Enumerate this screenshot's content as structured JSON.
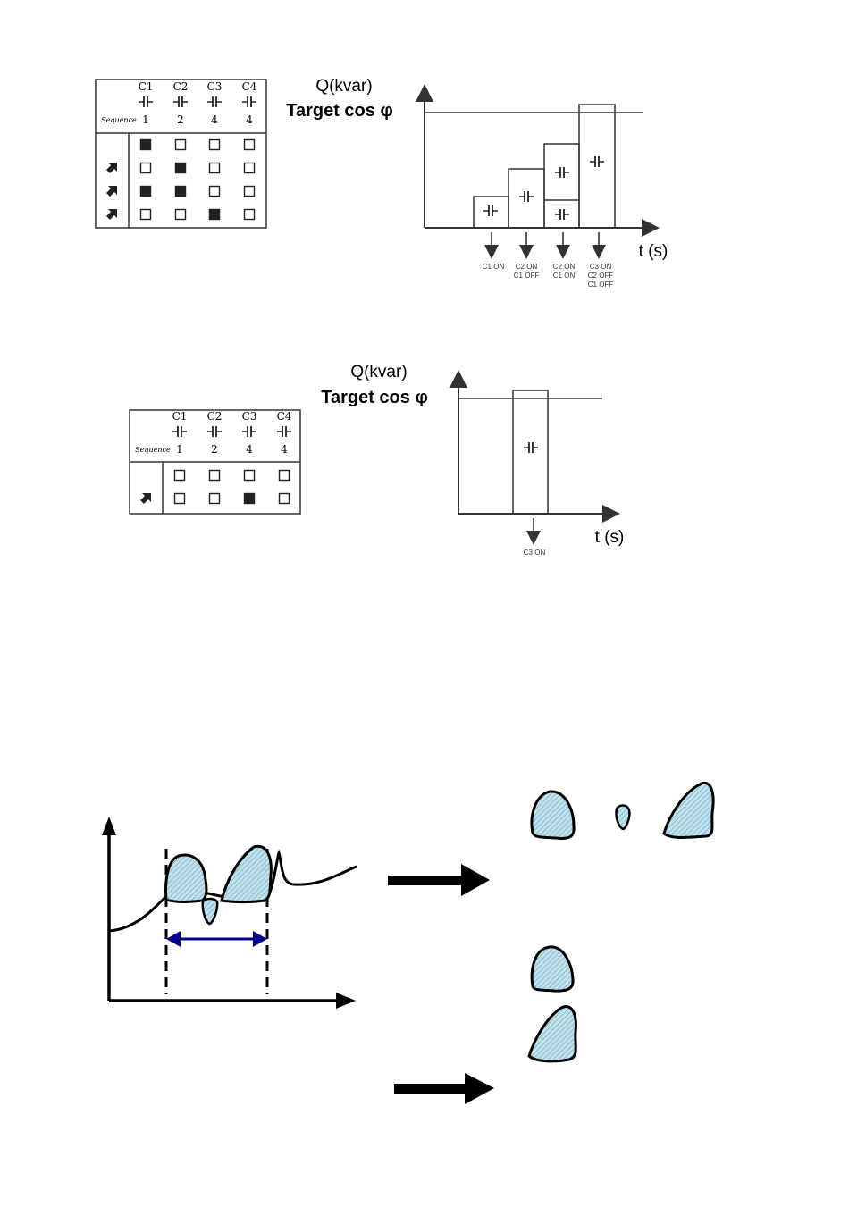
{
  "diagram1": {
    "table": {
      "columns": [
        {
          "name": "C1",
          "sequence": "1"
        },
        {
          "name": "C2",
          "sequence": "2"
        },
        {
          "name": "C3",
          "sequence": "4"
        },
        {
          "name": "C4",
          "sequence": "4"
        }
      ],
      "sequence_label": "Sequence",
      "rows": [
        {
          "arrow": false,
          "states": [
            1,
            0,
            0,
            0
          ]
        },
        {
          "arrow": true,
          "states": [
            0,
            1,
            0,
            0
          ]
        },
        {
          "arrow": true,
          "states": [
            1,
            1,
            0,
            0
          ]
        },
        {
          "arrow": true,
          "states": [
            0,
            0,
            1,
            0
          ]
        }
      ]
    },
    "chart": {
      "ylabel": "Q(kvar)",
      "target_label": "Target cos φ",
      "xlabel": "t (s)",
      "events": [
        {
          "lines": [
            "C1 ON"
          ]
        },
        {
          "lines": [
            "C2 ON",
            "C1 OFF"
          ]
        },
        {
          "lines": [
            "C2 ON",
            "C1 ON"
          ]
        },
        {
          "lines": [
            "C3 ON",
            "C2 OFF",
            "C1 OFF"
          ]
        }
      ]
    }
  },
  "diagram2": {
    "table": {
      "columns": [
        {
          "name": "C1",
          "sequence": "1"
        },
        {
          "name": "C2",
          "sequence": "2"
        },
        {
          "name": "C3",
          "sequence": "4"
        },
        {
          "name": "C4",
          "sequence": "4"
        }
      ],
      "sequence_label": "Sequence",
      "rows": [
        {
          "arrow": false,
          "states": [
            0,
            0,
            0,
            0
          ]
        },
        {
          "arrow": true,
          "states": [
            0,
            0,
            1,
            0
          ]
        }
      ]
    },
    "chart": {
      "ylabel": "Q(kvar)",
      "target_label": "Target cos φ",
      "xlabel": "t (s)",
      "events": [
        {
          "lines": [
            "C3 ON"
          ]
        }
      ]
    }
  },
  "colors": {
    "ink": "#222222",
    "blob_fill": "#bfe3ee",
    "range_arrow": "#00008b"
  }
}
